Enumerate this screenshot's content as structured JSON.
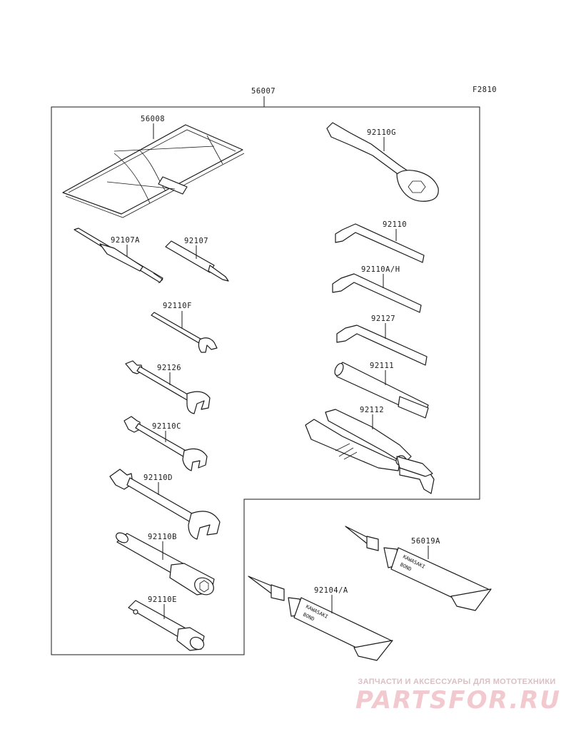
{
  "figure_code": "F2810",
  "assembly_number": "56007",
  "parts": {
    "p56008": "56008",
    "p92107A": "92107A",
    "p92107": "92107",
    "p92110F": "92110F",
    "p92126": "92126",
    "p92110C": "92110C",
    "p92110D": "92110D",
    "p92110B": "92110B",
    "p92110E": "92110E",
    "p92110G": "92110G",
    "p92110": "92110",
    "p92110AH": "92110A/H",
    "p92127": "92127",
    "p92111": "92111",
    "p92112": "92112",
    "p56019A": "56019A",
    "p92104A": "92104/A"
  },
  "tube_print": {
    "brand": "KAWASAKI",
    "product": "BOND"
  },
  "watermark": {
    "tagline": "ЗАПЧАСТИ И АКСЕССУАРЫ ДЛЯ МОТОТЕХНИКИ",
    "logo": "PARTSFOR.RU"
  }
}
